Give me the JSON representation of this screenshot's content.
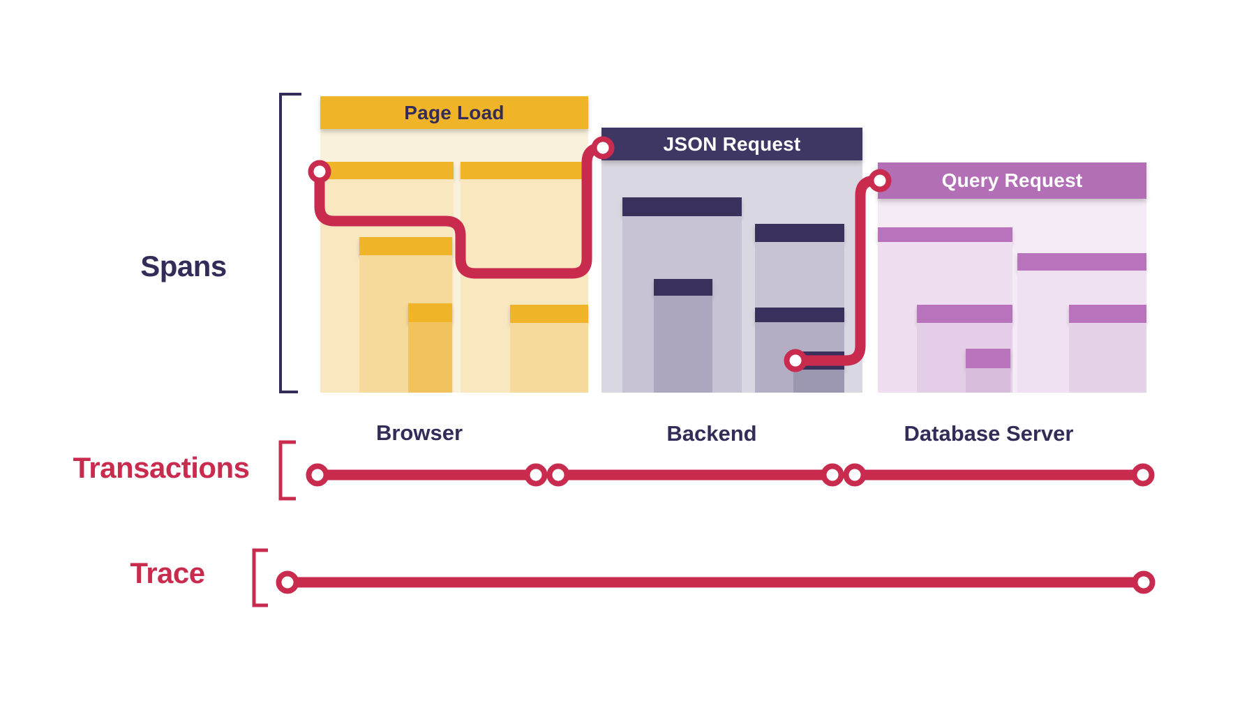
{
  "colors": {
    "gold": "#F0B429",
    "navy": "#3E3663",
    "purple": "#B26FB6",
    "red": "#C92B4F",
    "textNavy": "#332C58"
  },
  "section_labels": {
    "spans": "Spans",
    "transactions": "Transactions",
    "trace": "Trace"
  },
  "blocks": [
    {
      "title": "Page Load",
      "caption": "Browser"
    },
    {
      "title": "JSON Request",
      "caption": "Backend"
    },
    {
      "title": "Query Request",
      "caption": "Database Server"
    }
  ]
}
